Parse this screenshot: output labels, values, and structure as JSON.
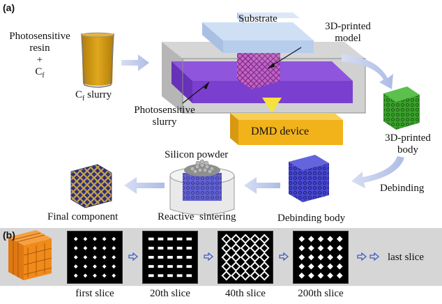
{
  "panel_a": {
    "label": "(a)",
    "photosensitive_resin": [
      "Photosensitive",
      "resin"
    ],
    "plus": "+",
    "cf_base": "C",
    "cf_sub": "f",
    "cf_slurry_base": "C",
    "cf_slurry_sub": "f",
    "cf_slurry_rest": " slurry",
    "substrate": "Substrate",
    "printed_model": [
      "3D-printed",
      "model"
    ],
    "photosensitive_slurry": [
      "Photosensitive",
      "slurry"
    ],
    "dmd_device": "DMD device",
    "printed_body": [
      "3D-printed",
      "body"
    ],
    "debinding": "Debinding",
    "debinding_body": "Debinding body",
    "silicon_powder": "Silicon powder",
    "reactive_sintering": "Reactive  sintering",
    "final_component": "Final component"
  },
  "panel_b": {
    "label": "(b)",
    "slices": [
      "first slice",
      "20th slice",
      "40th slice",
      "200th slice"
    ],
    "last_slice": "last slice"
  },
  "colors": {
    "slurry_yellow": "#d39b12",
    "vat_purple": "#7b3fd0",
    "model_pink": "#c763c8",
    "body_green": "#3aa12c",
    "debind_blue": "#3d3ec2",
    "dmd_yellow": "#f2b21a",
    "arrow_blue": "#c2cdec",
    "final_navy": "#2b2f7d",
    "final_gold": "#c9a24a",
    "lattice_orange": "#f08a1a"
  }
}
